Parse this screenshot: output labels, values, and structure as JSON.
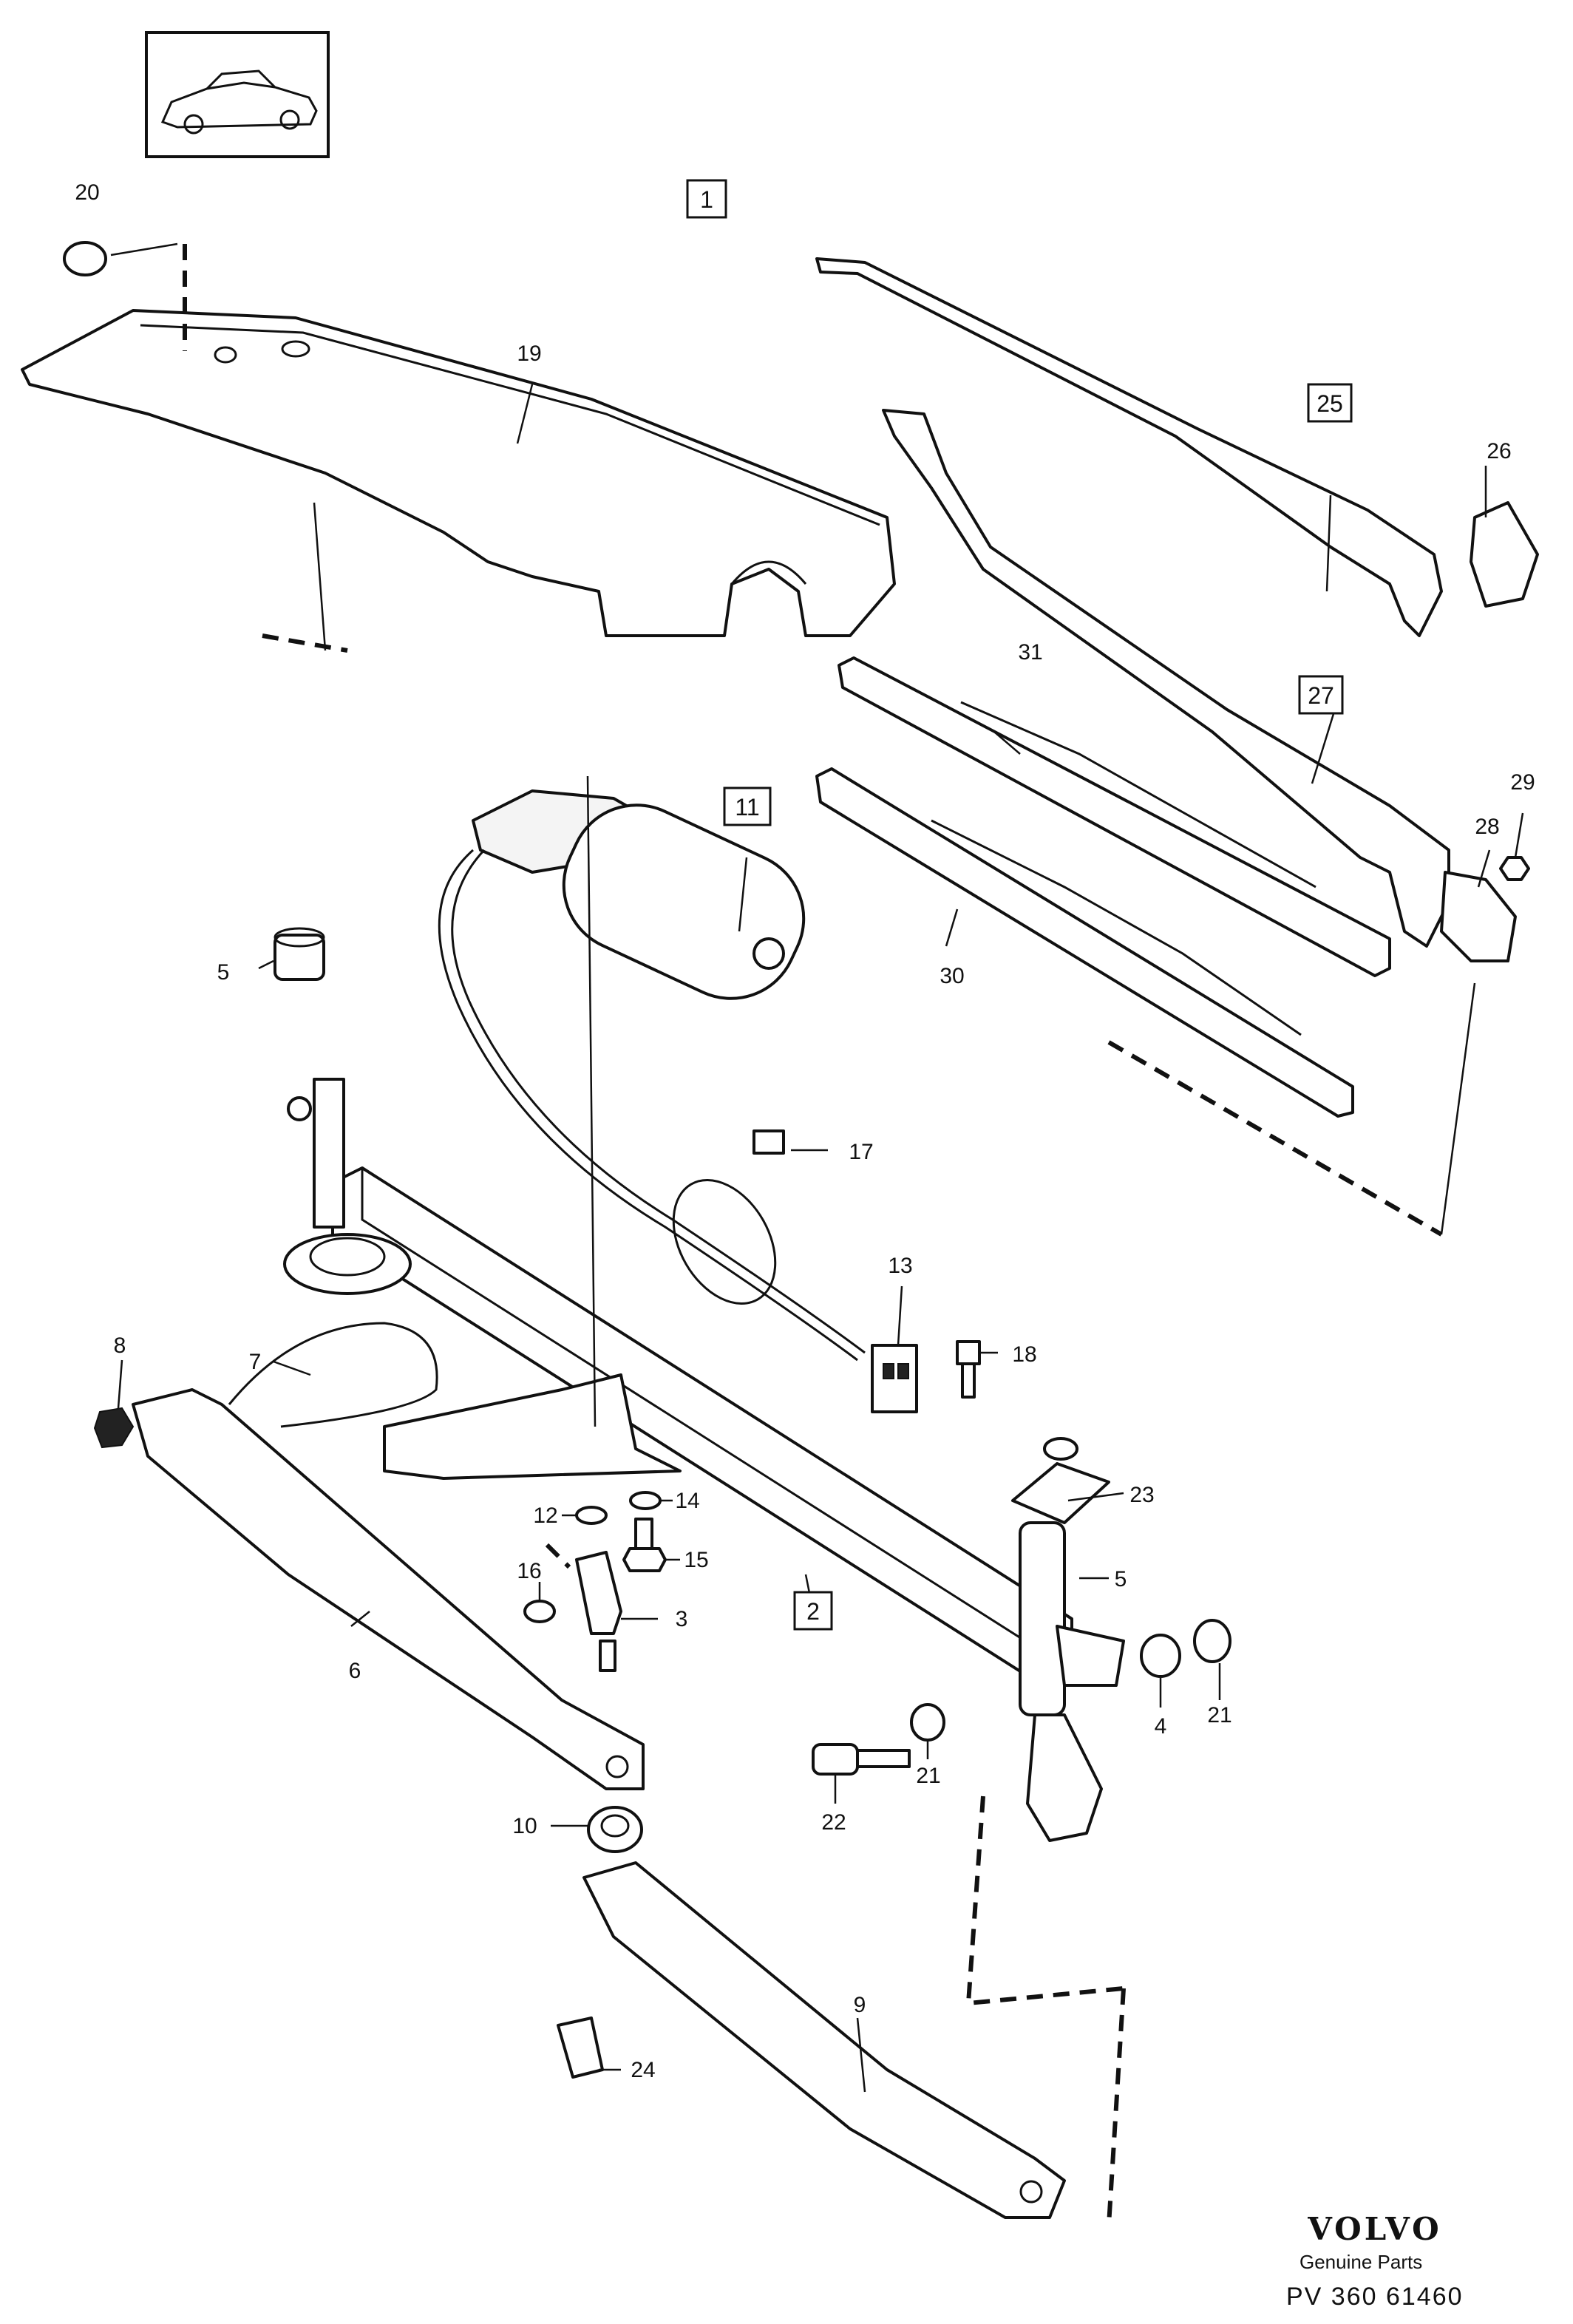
{
  "callouts": {
    "n1": "1",
    "n2": "2",
    "n3": "3",
    "n4": "4",
    "n5a": "5",
    "n5b": "5",
    "n6": "6",
    "n7": "7",
    "n8": "8",
    "n9": "9",
    "n10": "10",
    "n11": "11",
    "n12": "12",
    "n13": "13",
    "n14": "14",
    "n15": "15",
    "n16": "16",
    "n17": "17",
    "n18": "18",
    "n19": "19",
    "n20": "20",
    "n21a": "21",
    "n21b": "21",
    "n22": "22",
    "n23": "23",
    "n24": "24",
    "n25": "25",
    "n26": "26",
    "n27": "27",
    "n28": "28",
    "n29": "29",
    "n30": "30",
    "n31": "31"
  },
  "brand": {
    "logo_text": "VOLVO",
    "genuine_parts": "Genuine Parts",
    "catalog_code": "PV 360 61460"
  }
}
